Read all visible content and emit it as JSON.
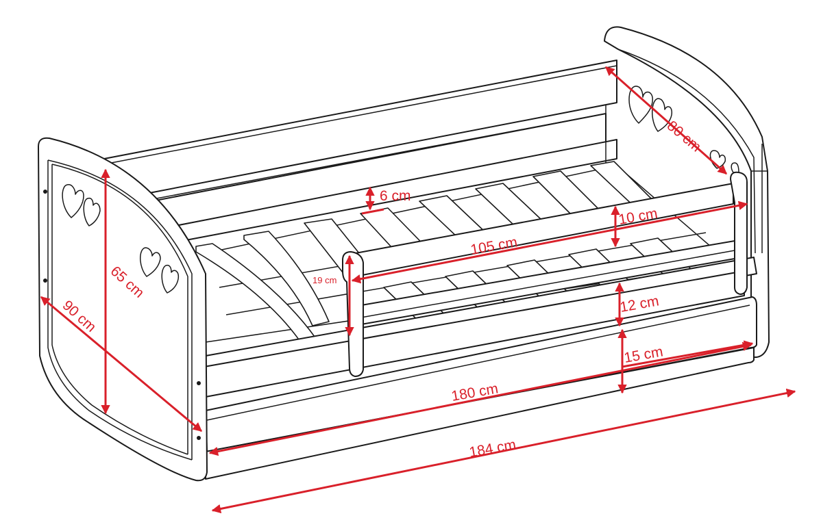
{
  "diagram": {
    "dimension_color": "#d9202a",
    "line_color": "#1a1a1a",
    "labels": {
      "slat_gap": "6 cm",
      "headboard_depth": "80 cm",
      "rail_height": "10 cm",
      "rail_length": "105 cm",
      "opening_height": "19 cm",
      "total_height": "65 cm",
      "width": "90 cm",
      "mattress_to_drawer": "12 cm",
      "drawer_height": "15 cm",
      "inner_length": "180 cm",
      "total_length": "184 cm"
    }
  }
}
